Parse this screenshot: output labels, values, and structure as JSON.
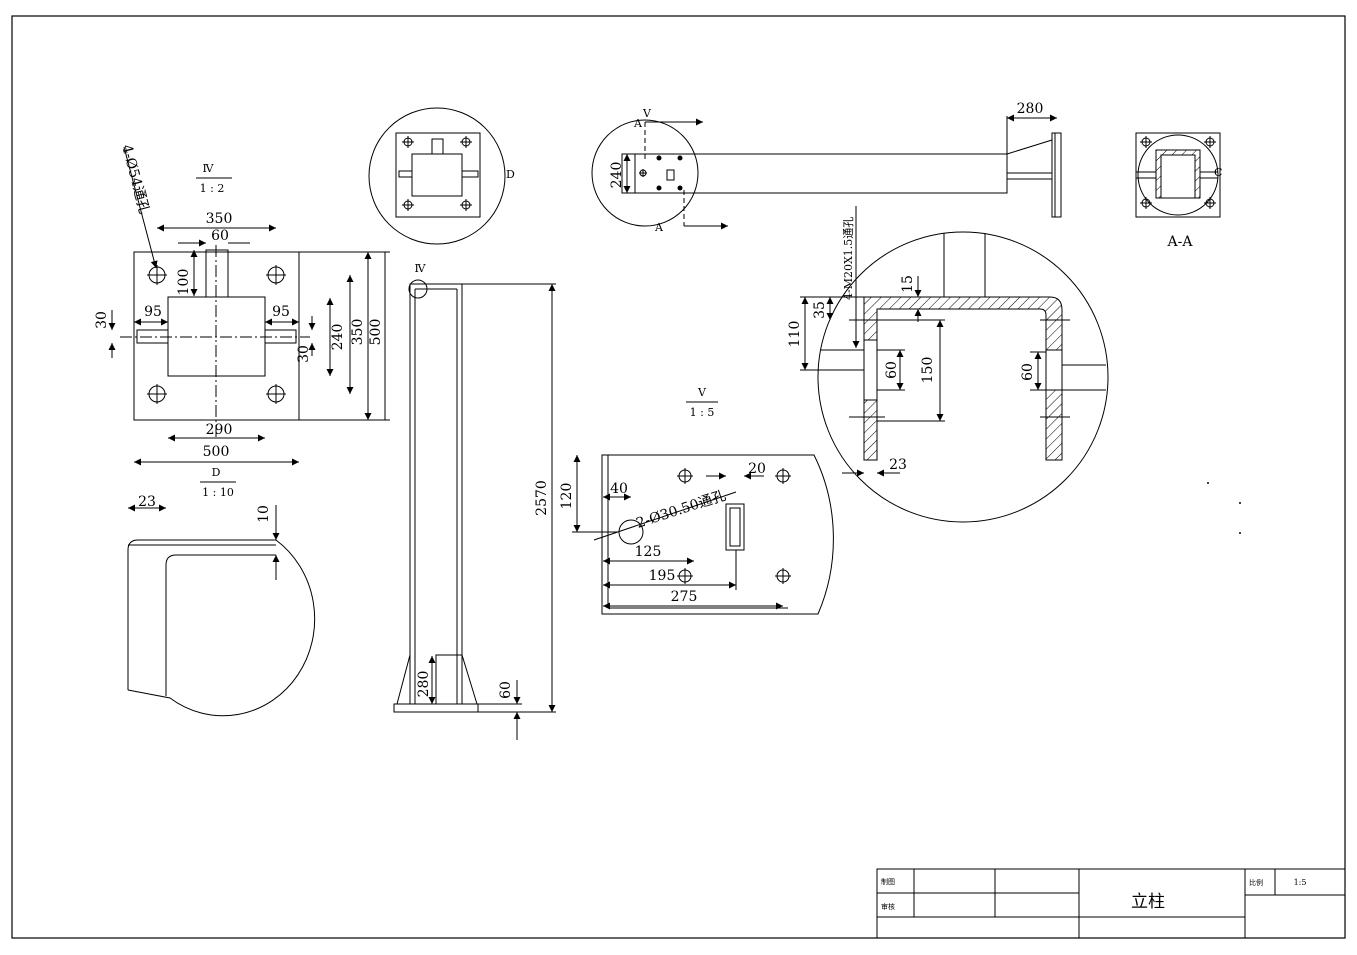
{
  "drawing": {
    "title_block": {
      "drawn_label": "制图",
      "checked_label": "审核",
      "part_name": "立柱",
      "scale_label": "比例",
      "scale_value": "1:5"
    },
    "views": {
      "detail_iv": {
        "label": "Ⅳ",
        "scale": "1 : 2"
      },
      "detail_d": {
        "label": "D",
        "scale": "1 : 10",
        "marker": "D"
      },
      "detail_v": {
        "label": "Ⅴ",
        "scale": "1 : 5"
      },
      "section_aa": {
        "label": "A-A",
        "marker": "C"
      },
      "column_marker": "Ⅳ",
      "cut_marker_a": "A",
      "cut_marker_v": "Ⅴ"
    },
    "notes": {
      "hole_note_iv": "4-Ø54通孔",
      "hole_note_v": "2-Ø30.50通孔",
      "thread_note": "4-M20X1.5通孔"
    },
    "dimensions": {
      "baseplate": [
        "350",
        "60",
        "100",
        "95",
        "95",
        "30",
        "30",
        "240",
        "350",
        "500",
        "290",
        "500"
      ],
      "detail_d": [
        "23",
        "10"
      ],
      "column": [
        "2570",
        "280",
        "60"
      ],
      "detail_v": [
        "120",
        "40",
        "20",
        "125",
        "195",
        "275"
      ],
      "arm": [
        "280",
        "240"
      ],
      "section_detail": [
        "35",
        "110",
        "15",
        "60",
        "150",
        "60",
        "23"
      ]
    }
  }
}
